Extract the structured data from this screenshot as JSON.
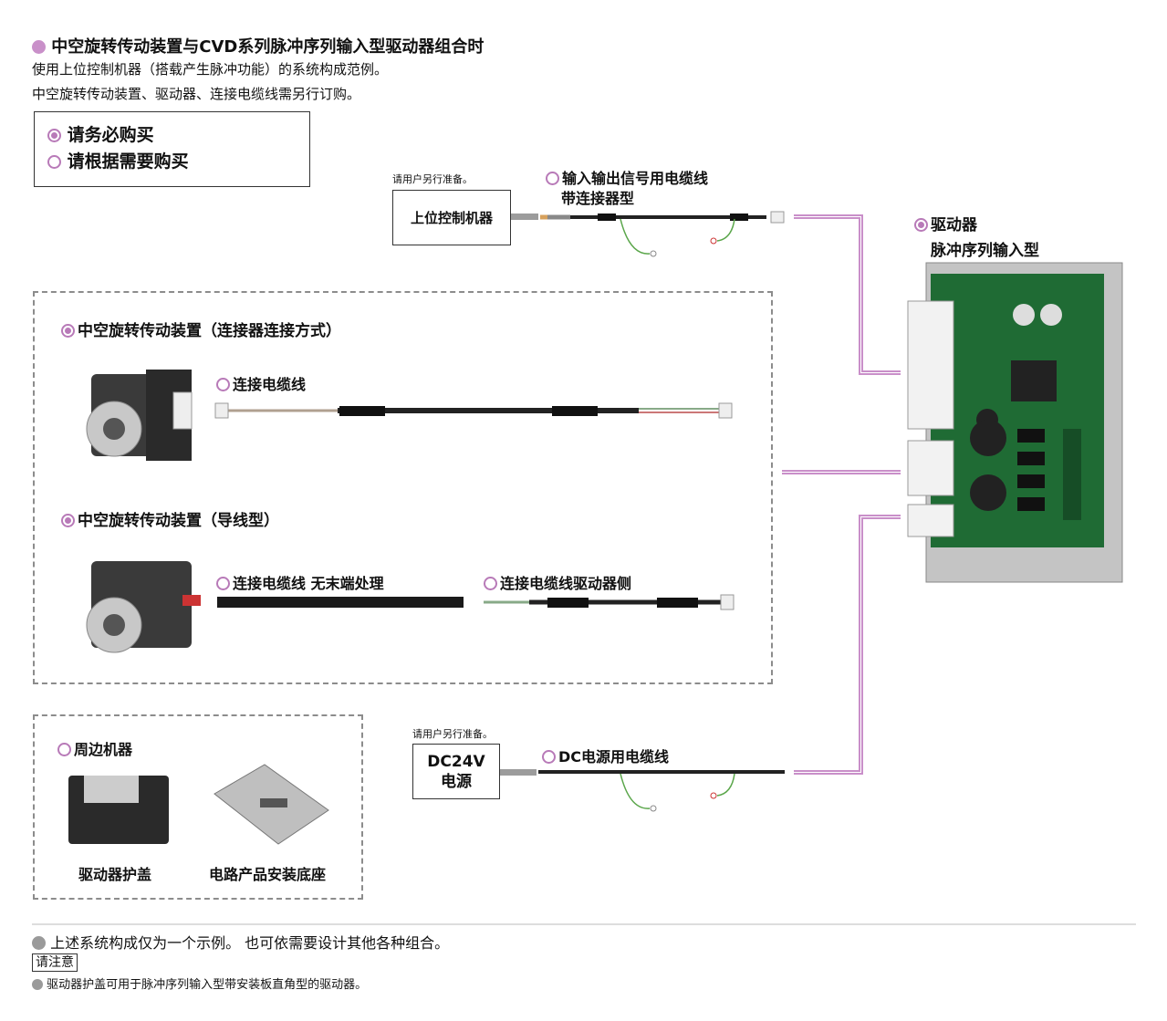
{
  "header": {
    "title": "中空旋转传动装置与CVD系列脉冲序列输入型驱动器组合时",
    "line1": "使用上位控制机器（搭载产生脉冲功能）的系统构成范例。",
    "line2": "中空旋转传动装置、驱动器、连接电缆线需另行订购。"
  },
  "legend": {
    "required": "请务必购买",
    "optional": "请根据需要购买"
  },
  "controller": {
    "note": "请用户另行准备。",
    "label": "上位控制机器",
    "cable_line1": "输入输出信号用电缆线",
    "cable_line2": "带连接器型"
  },
  "driver": {
    "line1": "驱动器",
    "line2": "脉冲序列输入型"
  },
  "actuator_connector": {
    "title": "中空旋转传动装置（连接器连接方式）",
    "cable": "连接电缆线"
  },
  "actuator_lead": {
    "title": "中空旋转传动装置（导线型）",
    "cable1": "连接电缆线 无末端处理",
    "cable2": "连接电缆线驱动器侧"
  },
  "peripheral": {
    "title": "周边机器",
    "item1": "驱动器护盖",
    "item2": "电路产品安装底座"
  },
  "power": {
    "note": "请用户另行准备。",
    "line1": "DC24V",
    "line2": "电源",
    "cable": "DC电源用电缆线"
  },
  "footer": {
    "note": "上述系统构成仅为一个示例。 也可依需要设计其他各种组合。",
    "caution_label": "请注意",
    "caution_text": "驱动器护盖可用于脉冲序列输入型带安装板直角型的驱动器。"
  },
  "colors": {
    "accent": "#c990c9",
    "line": "#c98fc9",
    "dashed_border": "#8c8c8c"
  }
}
